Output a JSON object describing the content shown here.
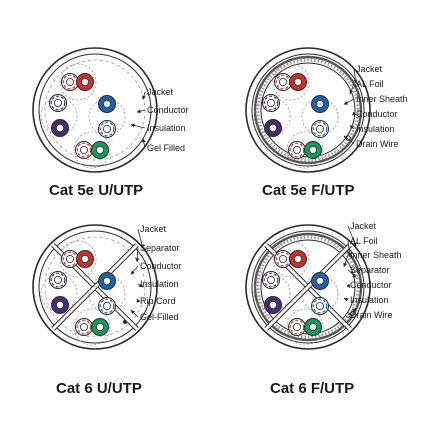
{
  "colors": {
    "orange": "#c8322e",
    "green": "#169b5c",
    "blue": "#1c62b0",
    "brown": "#4b2a78",
    "ink": "#2b2b2b",
    "guide": "#8a8a8a"
  },
  "panels": [
    {
      "id": "cat5e-utp",
      "title": "Cat 5e U/UTP",
      "shielded": false,
      "separator": false,
      "labels": [
        "Jacket",
        "Conductor",
        "Insulation",
        "Gel Filled"
      ]
    },
    {
      "id": "cat5e-futp",
      "title": "Cat 5e F/UTP",
      "shielded": true,
      "separator": false,
      "labels": [
        "Jacket",
        "AL Foil",
        "Inner Sheath",
        "Conductor",
        "Insulation",
        "Drain Wire"
      ]
    },
    {
      "id": "cat6-utp",
      "title": "Cat 6 U/UTP",
      "shielded": false,
      "separator": true,
      "labels": [
        "Jacket",
        "Separator",
        "Conductor",
        "Insulation",
        "Rip Cord",
        "Gel-Filled"
      ]
    },
    {
      "id": "cat6-futp",
      "title": "Cat 6 F/UTP",
      "shielded": true,
      "separator": true,
      "labels": [
        "Jacket",
        "AL Foil",
        "Inner Sheath",
        "Separator",
        "Conductor",
        "Insulation",
        "Drain Wire"
      ]
    }
  ]
}
